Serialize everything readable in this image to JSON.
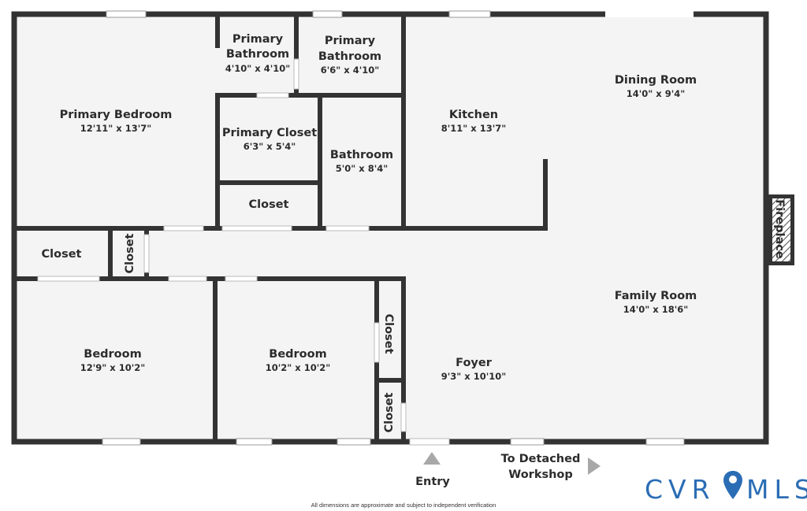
{
  "rooms": {
    "primary_bedroom": {
      "name": "Primary Bedroom",
      "dim": "12'11\" x 13'7\""
    },
    "primary_bathroom_1": {
      "name_line1": "Primary",
      "name_line2": "Bathroom",
      "dim": "4'10\" x 4'10\""
    },
    "primary_bathroom_2": {
      "name_line1": "Primary",
      "name_line2": "Bathroom",
      "dim": "6'6\" x 4'10\""
    },
    "primary_closet": {
      "name": "Primary Closet",
      "dim": "6'3\" x 5'4\""
    },
    "closet_center": {
      "name": "Closet"
    },
    "bathroom": {
      "name": "Bathroom",
      "dim": "5'0\" x 8'4\""
    },
    "kitchen": {
      "name": "Kitchen",
      "dim": "8'11\" x 13'7\""
    },
    "dining_room": {
      "name": "Dining Room",
      "dim": "14'0\" x 9'4\""
    },
    "closet_hall": {
      "name": "Closet"
    },
    "closet_hall_small": {
      "name": "Closet"
    },
    "fireplace": {
      "name": "Fireplace"
    },
    "family_room": {
      "name": "Family Room",
      "dim": "14'0\" x 18'6\""
    },
    "bedroom_left": {
      "name": "Bedroom",
      "dim": "12'9\" x 10'2\""
    },
    "bedroom_mid": {
      "name": "Bedroom",
      "dim": "10'2\" x 10'2\""
    },
    "closet_bedroom_1": {
      "name": "Closet"
    },
    "closet_bedroom_2": {
      "name": "Closet"
    },
    "foyer": {
      "name": "Foyer",
      "dim": "9'3\" x 10'10\""
    }
  },
  "labels": {
    "entry": "Entry",
    "workshop_line1": "To Detached",
    "workshop_line2": "Workshop"
  },
  "footer_note": "All dimensions are approximate and subject to independent verification",
  "logo": {
    "text_left": "CVR",
    "text_right": "MLS",
    "icon": "map-pin-icon"
  },
  "colors": {
    "wall": "#333333",
    "floor": "#f4f4f4",
    "logo_blue": "#2b6db5",
    "arrow_gray": "#a8a8a8"
  }
}
